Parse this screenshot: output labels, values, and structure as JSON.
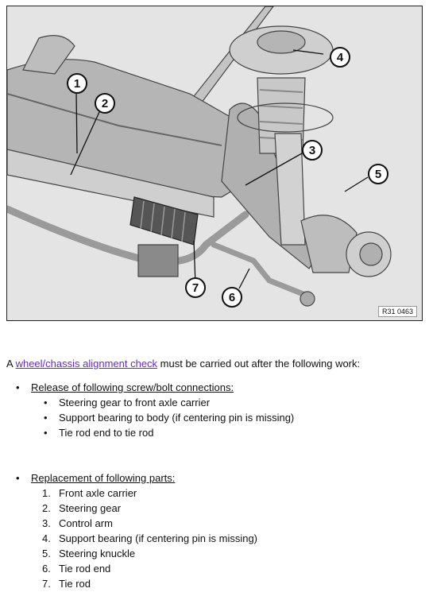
{
  "figure": {
    "code": "R31 0463",
    "callouts": [
      "1",
      "2",
      "3",
      "4",
      "5",
      "6",
      "7"
    ]
  },
  "intro": {
    "prefix": "A ",
    "link": "wheel/chassis alignment check",
    "suffix": " must be carried out after the following work:"
  },
  "section1": {
    "heading": "Release of following screw/bolt connections:",
    "items": [
      "Steering gear to front axle carrier",
      "Support bearing to body (if centering pin is missing)",
      "Tie rod end to tie rod"
    ]
  },
  "section2": {
    "heading": "Replacement of following parts:",
    "items": [
      {
        "n": "1.",
        "t": "Front axle carrier"
      },
      {
        "n": "2.",
        "t": "Steering gear"
      },
      {
        "n": "3.",
        "t": "Control arm"
      },
      {
        "n": "4.",
        "t": "Support bearing (if centering pin is missing)"
      },
      {
        "n": "5.",
        "t": "Steering knuckle"
      },
      {
        "n": "6.",
        "t": "Tie rod end"
      },
      {
        "n": "7.",
        "t": "Tie rod"
      }
    ]
  },
  "colors": {
    "link": "#6a2ac0"
  }
}
